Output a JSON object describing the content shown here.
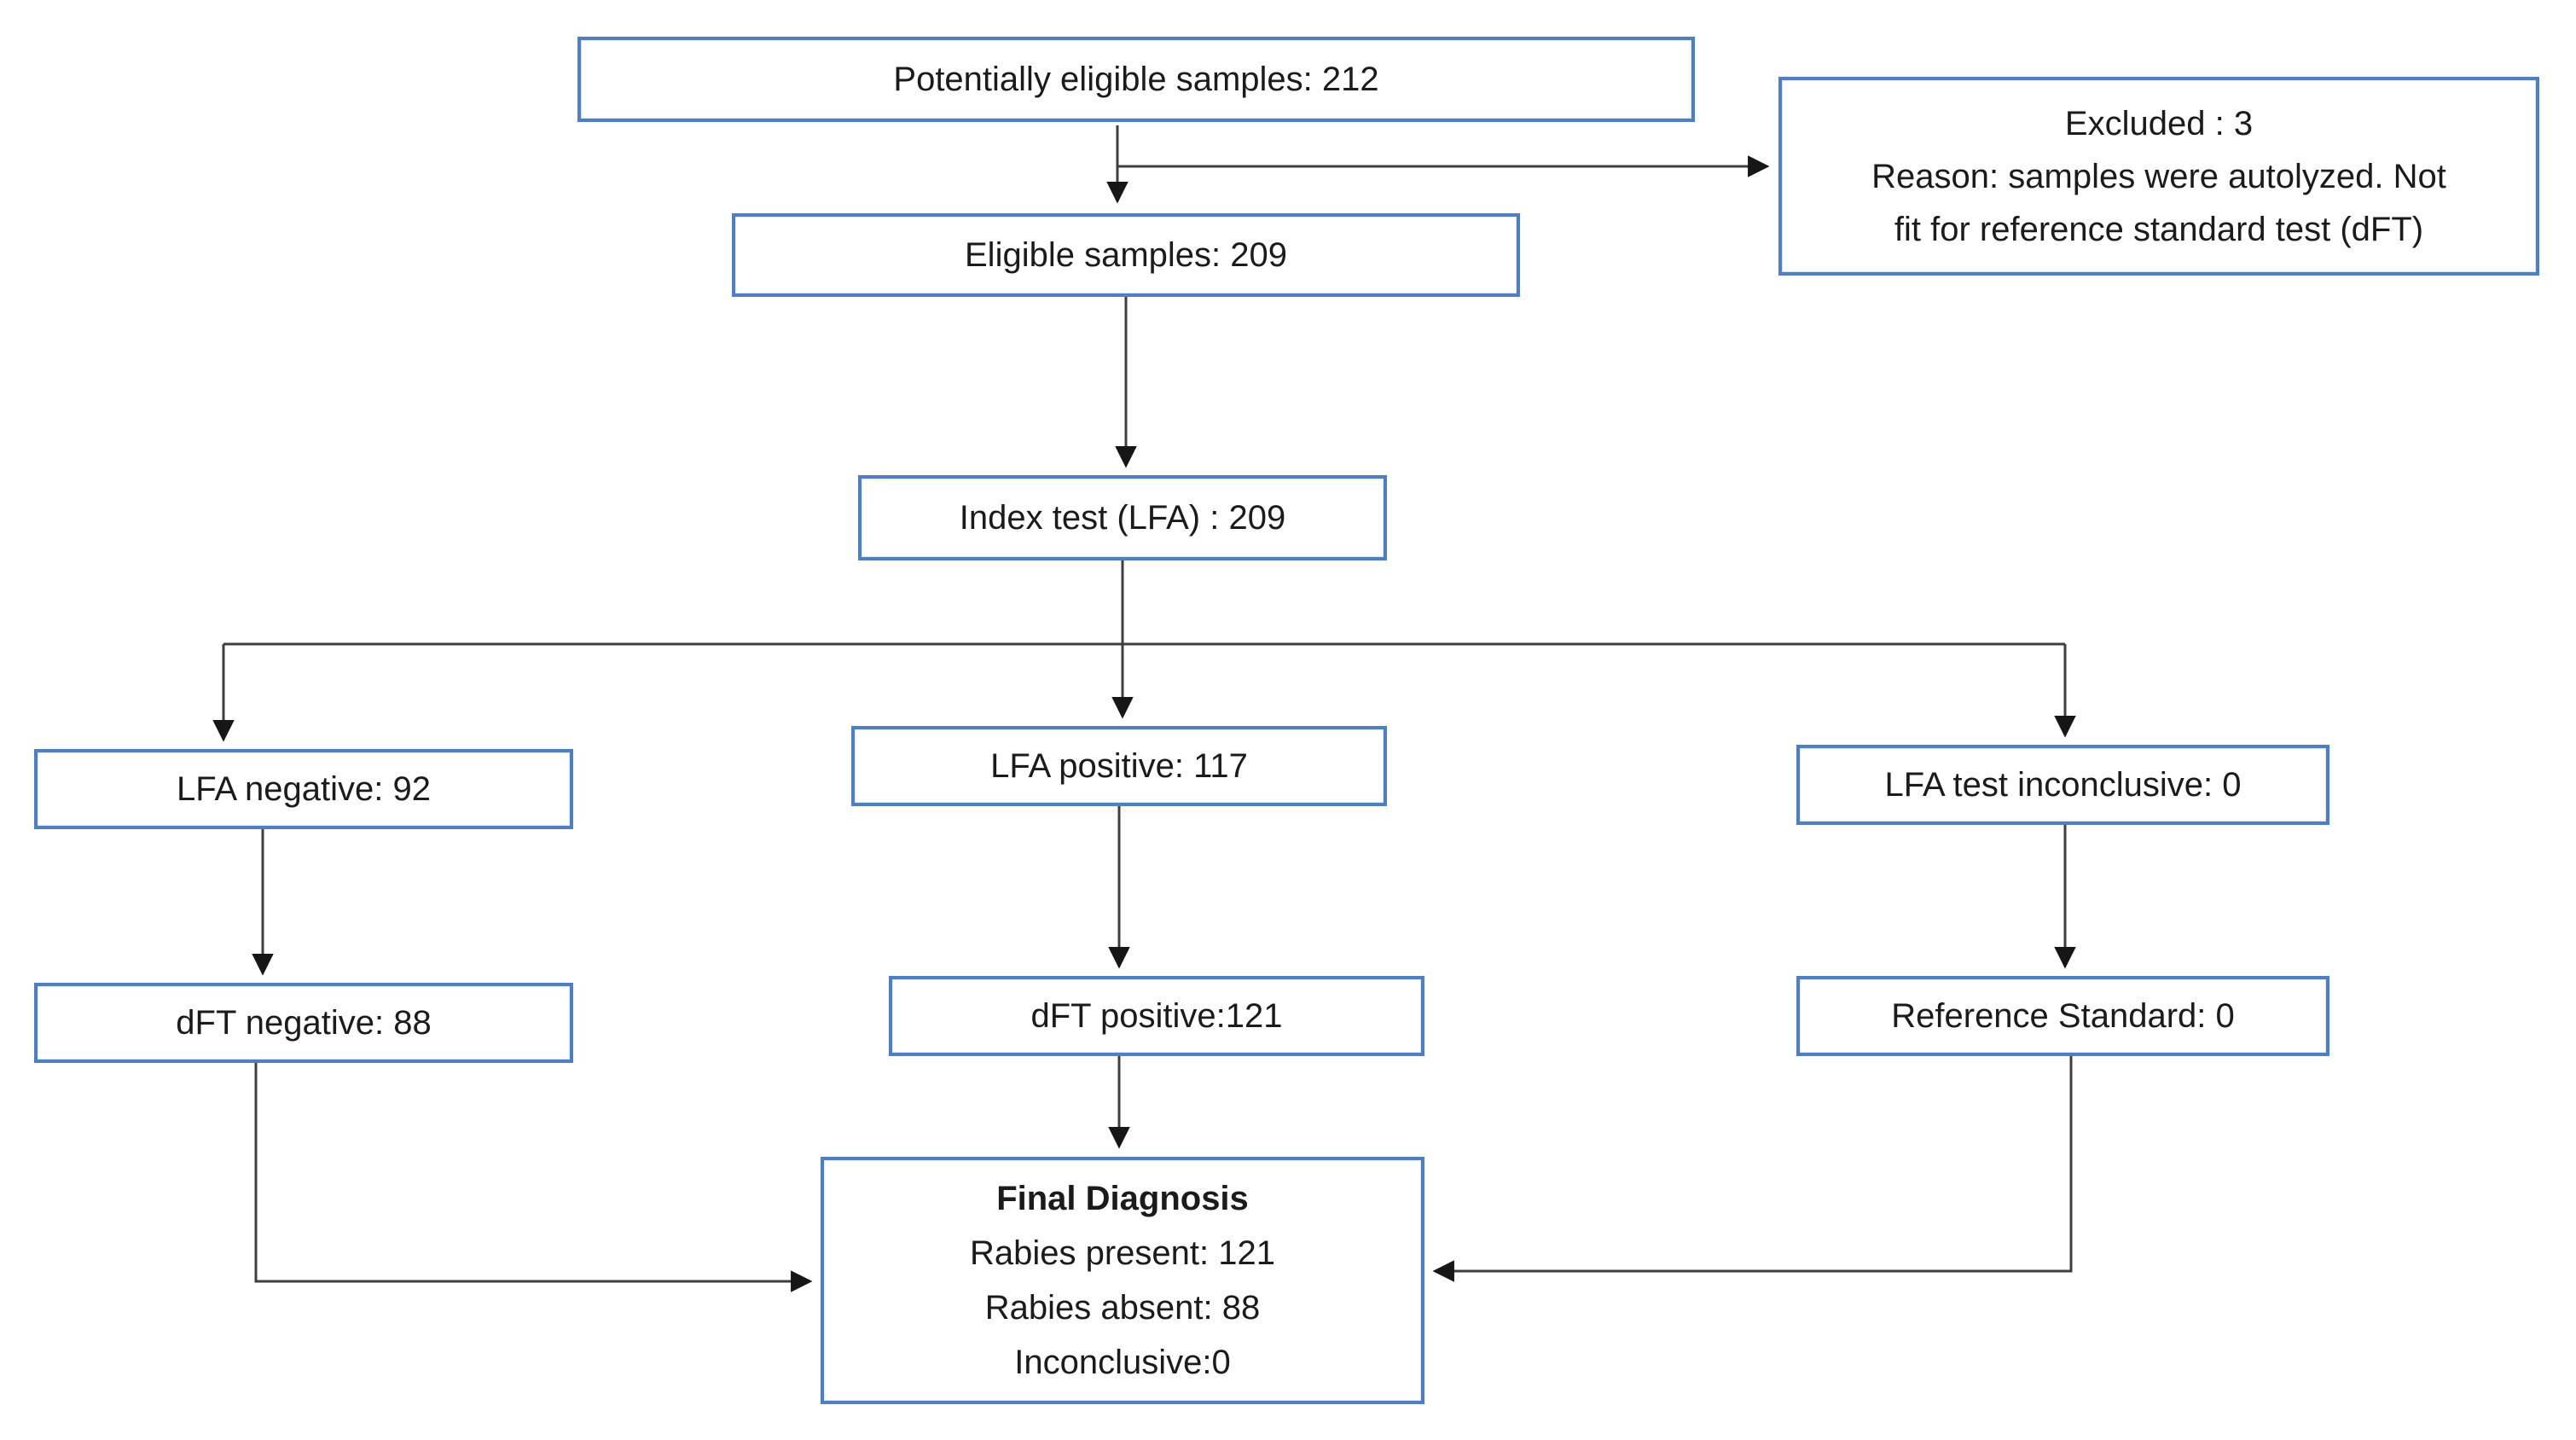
{
  "diagram": {
    "colors": {
      "box_border": "#4f7fbe",
      "connector": "#3e3e3e",
      "arrow": "#161616",
      "text": "#1b1b1b",
      "background": "#ffffff"
    },
    "boxes": {
      "potentially_eligible": {
        "label": "Potentially eligible samples: 212"
      },
      "excluded": {
        "line1": "Excluded : 3",
        "line2": "Reason: samples were autolyzed. Not fit for reference standard test (dFT)"
      },
      "eligible": {
        "label": "Eligible samples: 209"
      },
      "index_test": {
        "label": "Index test (LFA) : 209"
      },
      "lfa_negative": {
        "label": "LFA negative: 92"
      },
      "lfa_positive": {
        "label": "LFA positive: 117"
      },
      "lfa_inconclusive": {
        "label": "LFA test inconclusive: 0"
      },
      "dft_negative": {
        "label": "dFT negative: 88"
      },
      "dft_positive": {
        "label": "dFT positive:121"
      },
      "reference_standard": {
        "label": "Reference Standard: 0"
      },
      "final_diagnosis": {
        "title": "Final Diagnosis",
        "line1": "Rabies present: 121",
        "line2": "Rabies absent: 88",
        "line3": "Inconclusive:0"
      }
    }
  }
}
